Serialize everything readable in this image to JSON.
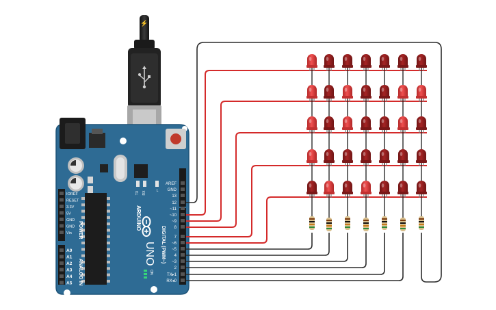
{
  "board": {
    "brand": "ARDUINO",
    "model": "UNO",
    "digital_label": "DIGITAL (PWM~)",
    "power_label": "POWER",
    "analog_label": "ANALOG IN",
    "on_label": "ON",
    "tx_label": "TX",
    "rx_label": "RX",
    "l_label": "L",
    "digital_pins": [
      "AREF",
      "GND",
      "13",
      "12",
      "~11",
      "~10",
      "~9",
      "8",
      "7",
      "~6",
      "~5",
      "4",
      "~3",
      "2",
      "TX▸1",
      "RX◂0"
    ],
    "power_pins": [
      "IOREF",
      "RESET",
      "3.3V",
      "5V",
      "GND",
      "GND",
      "Vin"
    ],
    "analog_pins": [
      "A0",
      "A1",
      "A2",
      "A3",
      "A4",
      "A5"
    ]
  },
  "matrix": {
    "rows": 5,
    "columns": 7
  },
  "colors": {
    "board": "#2e6b94",
    "led_dark": "#8e1c1c",
    "led_light": "#d63a3a",
    "row_wire": "#d42a2a",
    "column_wire": "#2b2b2b"
  },
  "icons": {
    "usb": "usb-icon",
    "power": "lightning-icon"
  }
}
